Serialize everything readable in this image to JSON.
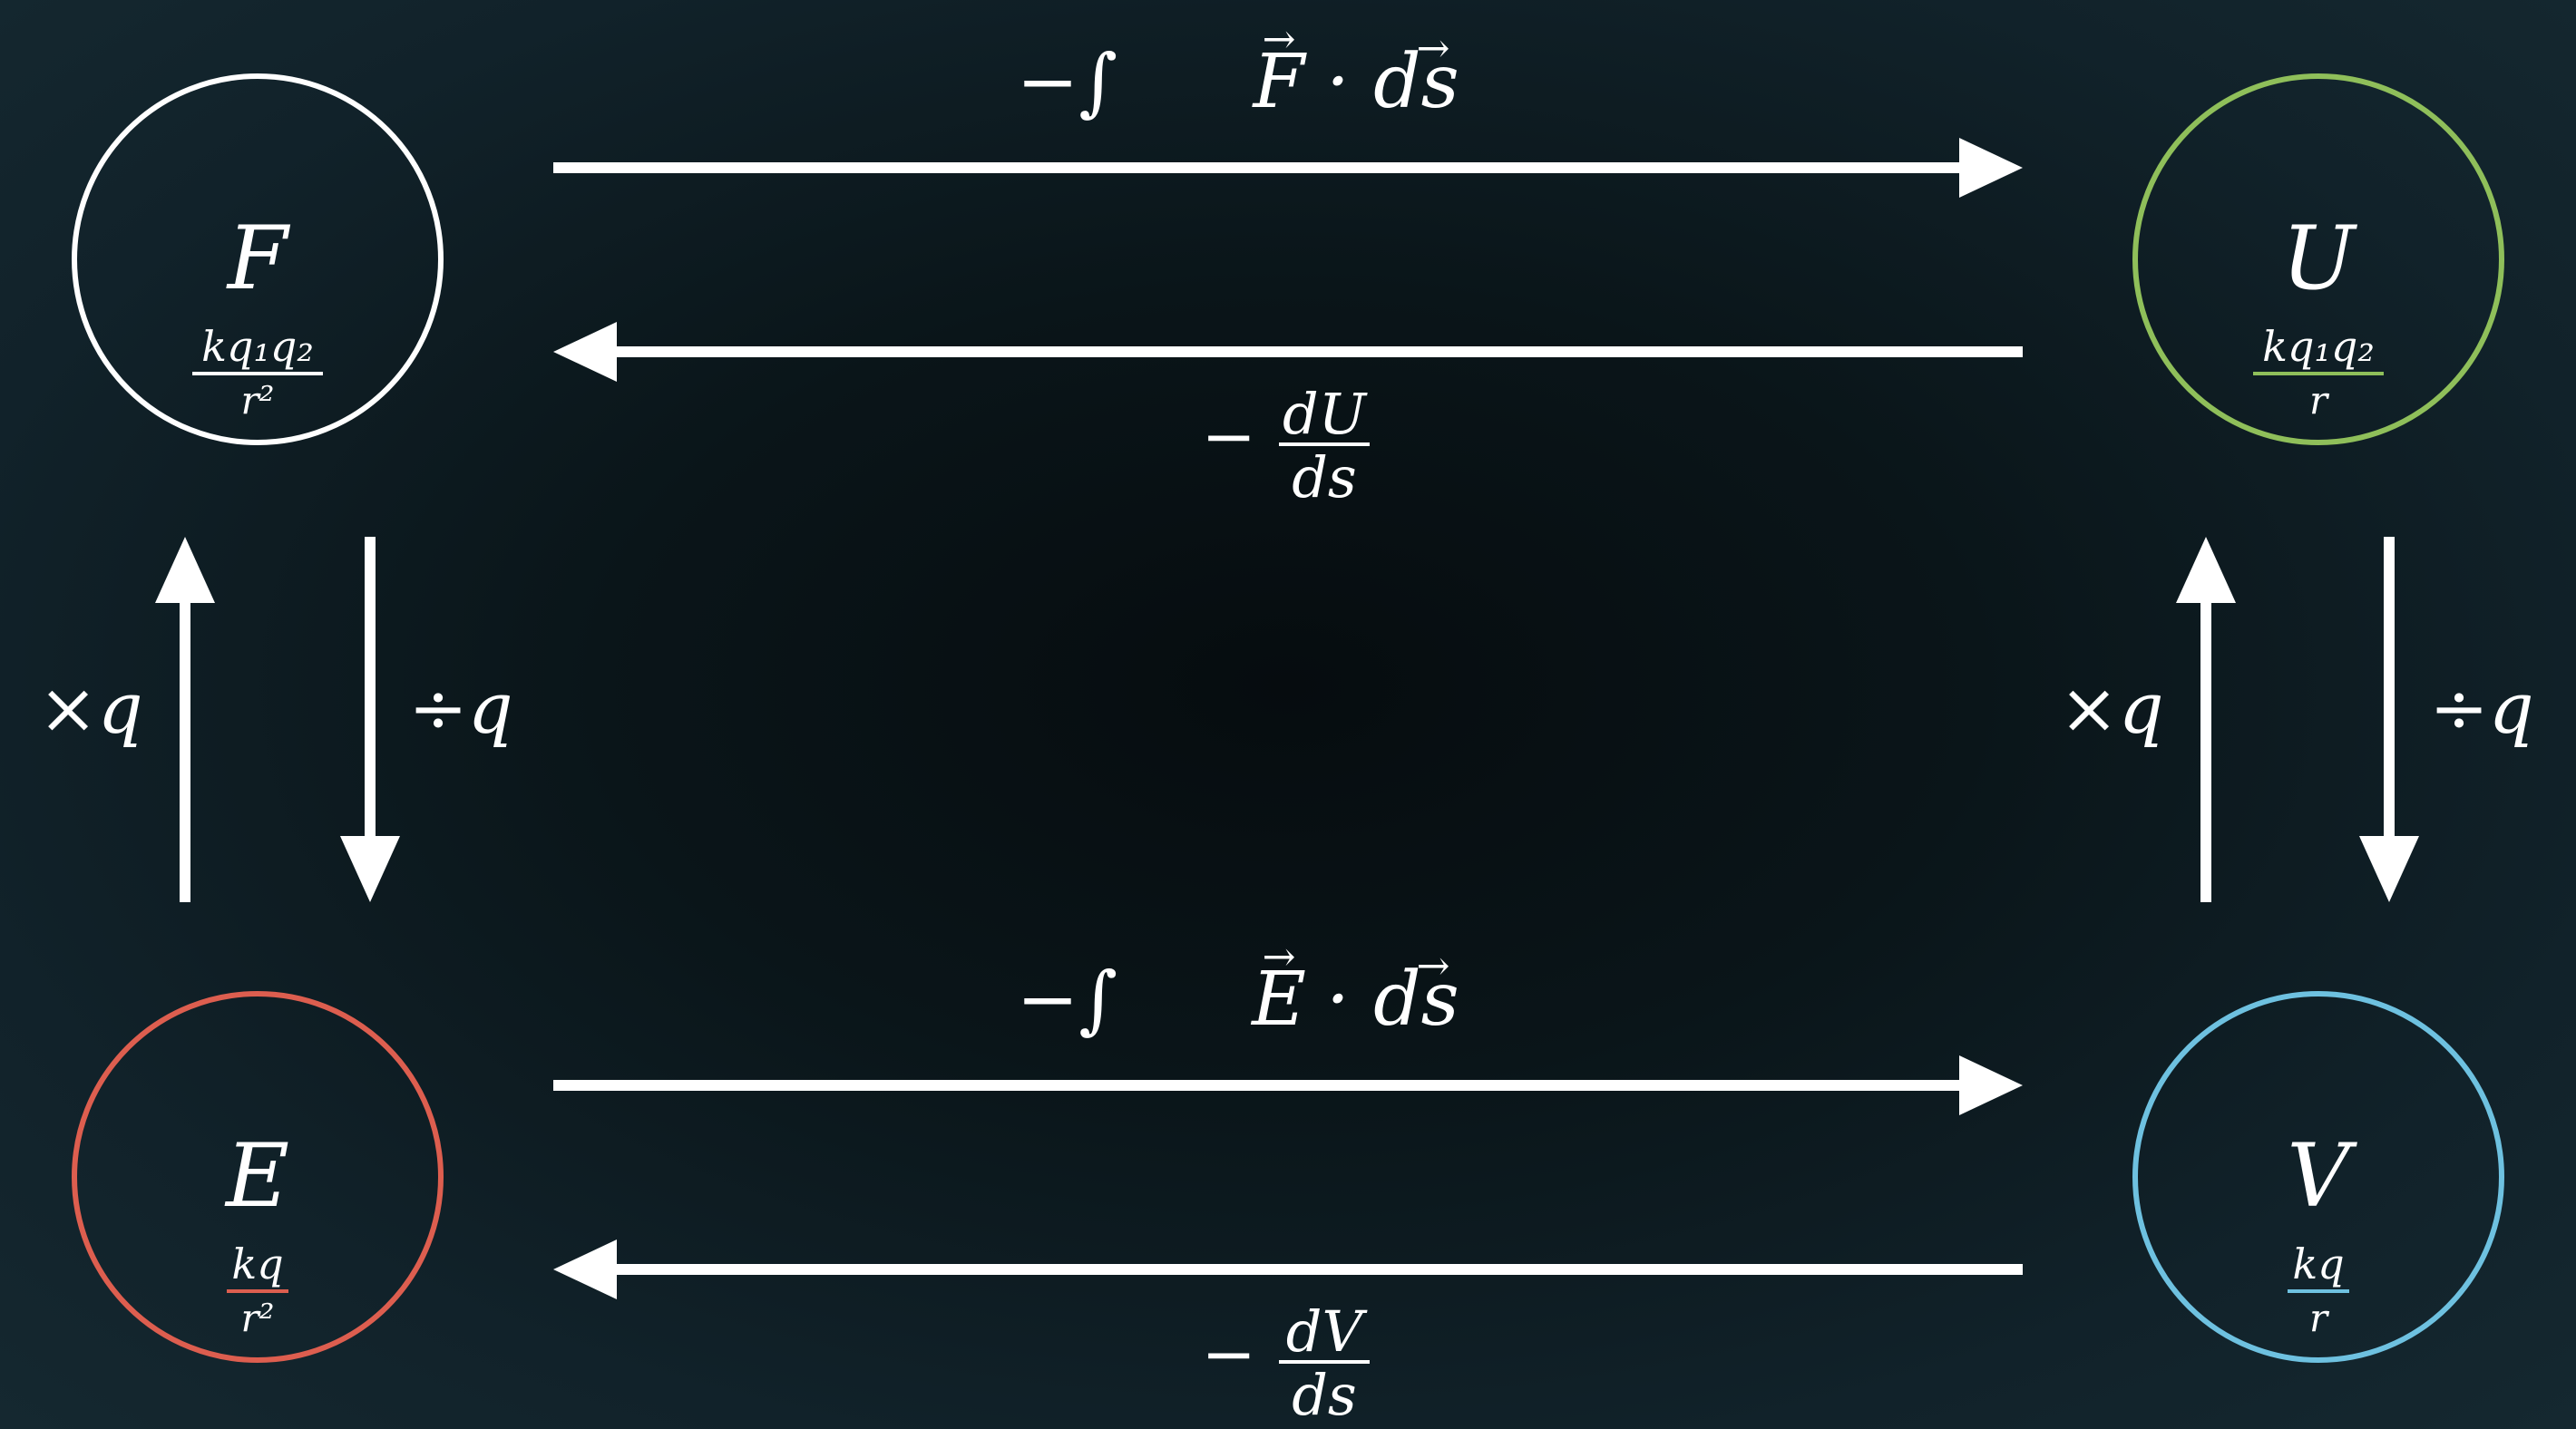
{
  "nodes": {
    "force": {
      "symbol": "F",
      "formula_numerator": "kq₁q₂",
      "formula_denominator": "r²",
      "color": "#ffffff"
    },
    "potential_energy": {
      "symbol": "U",
      "formula_numerator": "kq₁q₂",
      "formula_denominator": "r",
      "color": "#8fbf5a"
    },
    "field": {
      "symbol": "E",
      "formula_numerator": "kq",
      "formula_denominator": "r²",
      "color": "#dd5e4f"
    },
    "potential": {
      "symbol": "V",
      "formula_numerator": "kq",
      "formula_denominator": "r",
      "color": "#6ec1e0"
    }
  },
  "edges": {
    "force_to_energy": {
      "prefix": "−∫",
      "vector": "F",
      "suffix": "· ds"
    },
    "energy_to_force": {
      "prefix": "−",
      "numerator": "dU",
      "denominator": "ds"
    },
    "field_to_potential": {
      "prefix": "−∫",
      "vector": "E",
      "suffix": "· ds"
    },
    "potential_to_field": {
      "prefix": "−",
      "numerator": "dV",
      "denominator": "ds"
    },
    "field_to_force_left": "×q",
    "force_to_field_left": "÷q",
    "potential_to_energy_right": "×q",
    "energy_to_potential_right": "÷q"
  },
  "arrow_color": "#ffffff"
}
